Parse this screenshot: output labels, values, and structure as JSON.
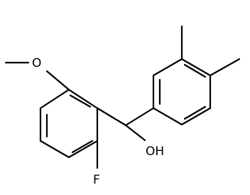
{
  "molecule": {
    "labels": {
      "methoxy_oxygen": "O",
      "hydroxyl": "OH",
      "fluorine": "F"
    },
    "colors": {
      "bond": "#000000",
      "label": "#000000",
      "background": "#ffffff"
    }
  }
}
